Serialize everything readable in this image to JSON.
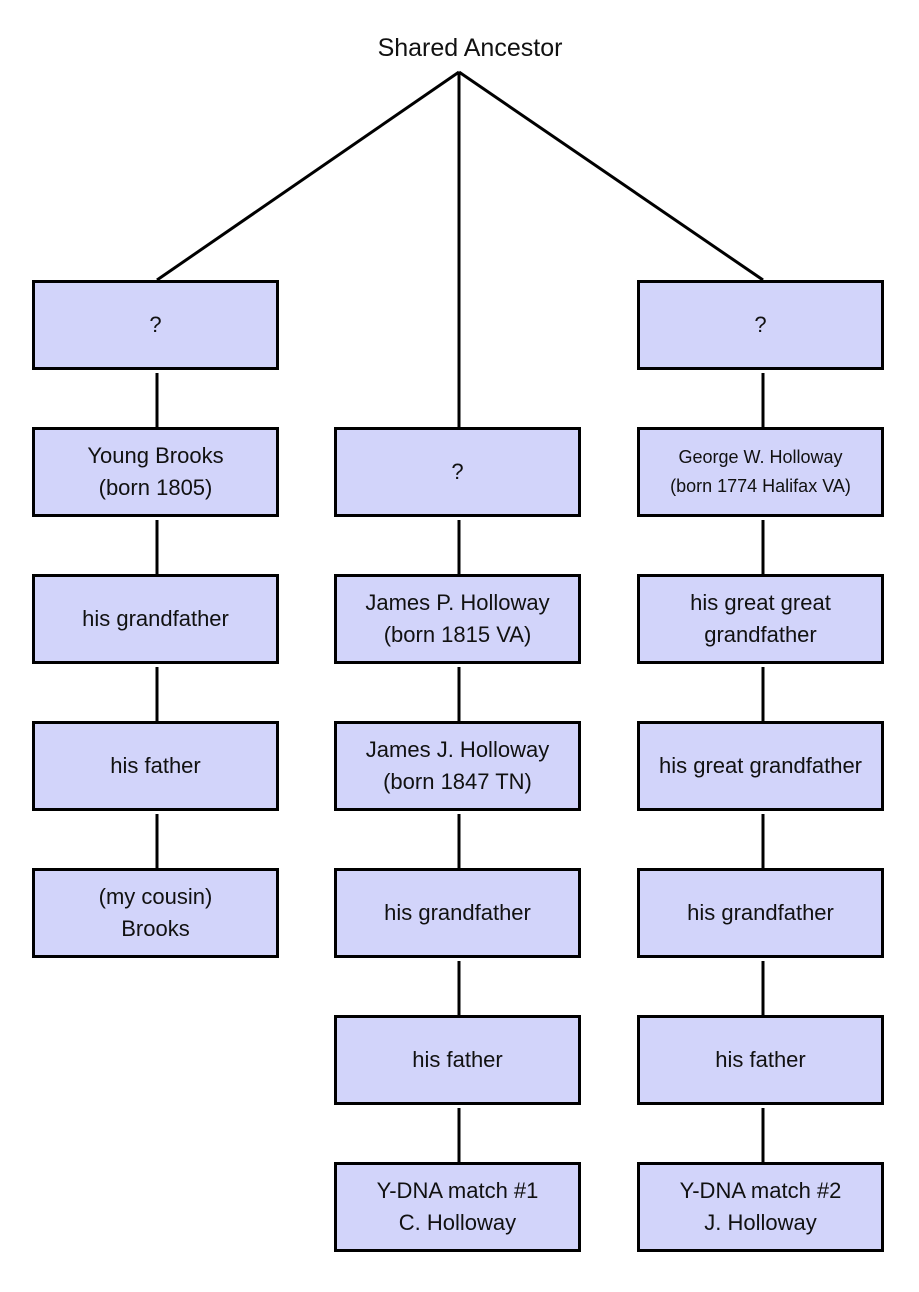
{
  "diagram": {
    "root": "Shared Ancestor",
    "columns": [
      {
        "nodes": [
          "?",
          "Young Brooks\n(born 1805)",
          "his grandfather",
          "his father",
          "(my cousin)\nBrooks"
        ]
      },
      {
        "nodes": [
          "?",
          "James P. Holloway\n(born 1815 VA)",
          "James J. Holloway\n(born 1847 TN)",
          "his grandfather",
          "his father",
          "Y-DNA match #1\nC. Holloway"
        ]
      },
      {
        "nodes": [
          "?",
          "George W. Holloway\n(born 1774 Halifax VA)",
          "his great great\ngrandfather",
          "his great grandfather",
          "his grandfather",
          "his father",
          "Y-DNA match #2\nJ. Holloway"
        ]
      }
    ],
    "colors": {
      "box_fill": "#d2d4fa",
      "box_border": "#000000",
      "line": "#000000"
    }
  }
}
